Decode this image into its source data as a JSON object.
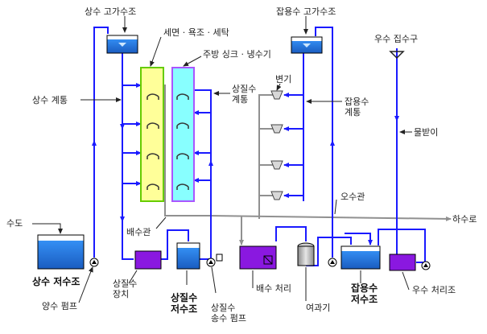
{
  "labels": {
    "upper_tank_potable": "상수 고가수조",
    "upper_tank_gray": "잡용수 고가수조",
    "rainwater_collector": "우수 집수구",
    "wash": "세면 · 욕조 · 세탁",
    "kitchen": "주방 싱크 · 냉수기",
    "potable_system": "상수 계통",
    "reclaimed_system": "상질수\n계통",
    "toilet": "변기",
    "gray_system": "잡용수\n계통",
    "rain_gutter": "물받이",
    "drain_pipe": "배수관",
    "sewage_pipe": "오수관",
    "to_sewer": "하수로",
    "water_supply": "수도",
    "potable_reservoir": "상수 저수조",
    "lift_pump": "양수 펌프",
    "reclaim_unit": "상질수\n장치",
    "reclaim_reservoir": "상질수\n저수조",
    "reclaim_pump": "상질수\n송수 펌프",
    "drain_treatment": "배수 처리",
    "filter": "여과기",
    "gray_reservoir": "잡용수\n저수조",
    "rain_treatment": "우수 처리조"
  },
  "colors": {
    "pipe_blue": "#1a1aff",
    "pipe_gray": "#909090",
    "tank_blue": "#2a7fe0",
    "treatment_purple": "#8a18e0",
    "column_yellow": "#ffff99",
    "column_cyan": "#88ffff",
    "column_green_border": "#66cc00",
    "column_purple_border": "#aa55ff"
  },
  "icons": {
    "pump": "pump-icon",
    "filter": "filter-icon",
    "faucet": "faucet-icon",
    "toilet": "toilet-icon",
    "collector": "funnel-icon"
  }
}
